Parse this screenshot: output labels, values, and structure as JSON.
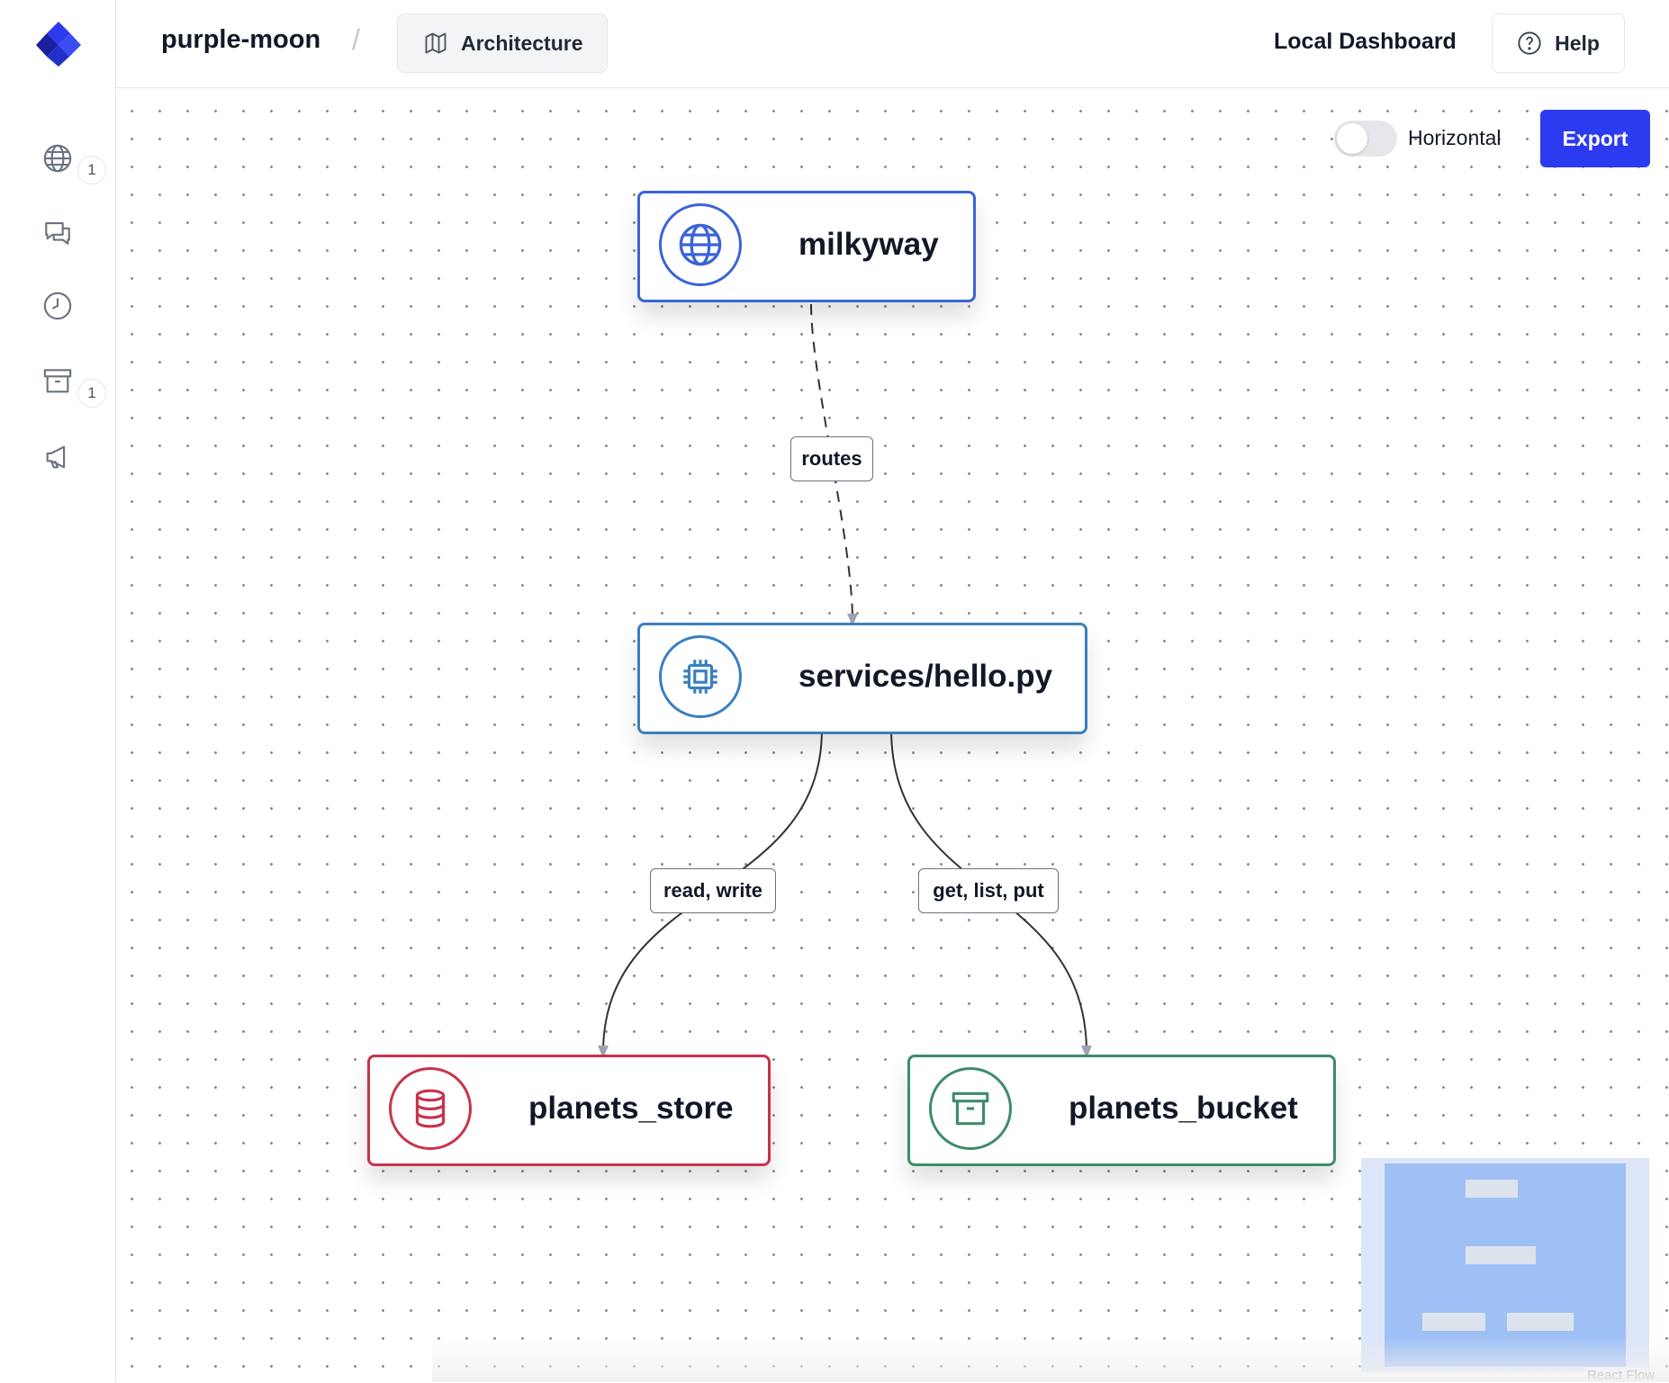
{
  "header": {
    "project_name": "purple-moon",
    "separator": "/",
    "breadcrumb_label": "Architecture",
    "dashboard_label": "Local Dashboard",
    "help_label": "Help"
  },
  "sidebar": {
    "items": [
      {
        "icon": "globe-icon",
        "badge": "1"
      },
      {
        "icon": "chat-bubbles-icon",
        "badge": null
      },
      {
        "icon": "clock-icon",
        "badge": null
      },
      {
        "icon": "archive-box-icon",
        "badge": "1"
      },
      {
        "icon": "megaphone-icon",
        "badge": null
      }
    ]
  },
  "toolbar": {
    "toggle_label": "Horizontal",
    "toggle_on": false,
    "export_label": "Export"
  },
  "diagram": {
    "nodes": [
      {
        "id": "milkyway",
        "label": "milkyway",
        "icon": "globe-icon",
        "color": "#3b63d9"
      },
      {
        "id": "hello",
        "label": "services/hello.py",
        "icon": "cpu-chip-icon",
        "color": "#3a7fc0"
      },
      {
        "id": "store",
        "label": "planets_store",
        "icon": "database-icon",
        "color": "#c8334a"
      },
      {
        "id": "bucket",
        "label": "planets_bucket",
        "icon": "archive-box-icon",
        "color": "#3d8c6a"
      }
    ],
    "edges": [
      {
        "from": "milkyway",
        "to": "hello",
        "label": "routes",
        "style": "dashed"
      },
      {
        "from": "hello",
        "to": "store",
        "label": "read, write",
        "style": "solid"
      },
      {
        "from": "hello",
        "to": "bucket",
        "label": "get, list, put",
        "style": "solid"
      }
    ]
  },
  "colors": {
    "accent": "#2d3bf0",
    "edge": "#333333"
  },
  "attribution": "React Flow"
}
